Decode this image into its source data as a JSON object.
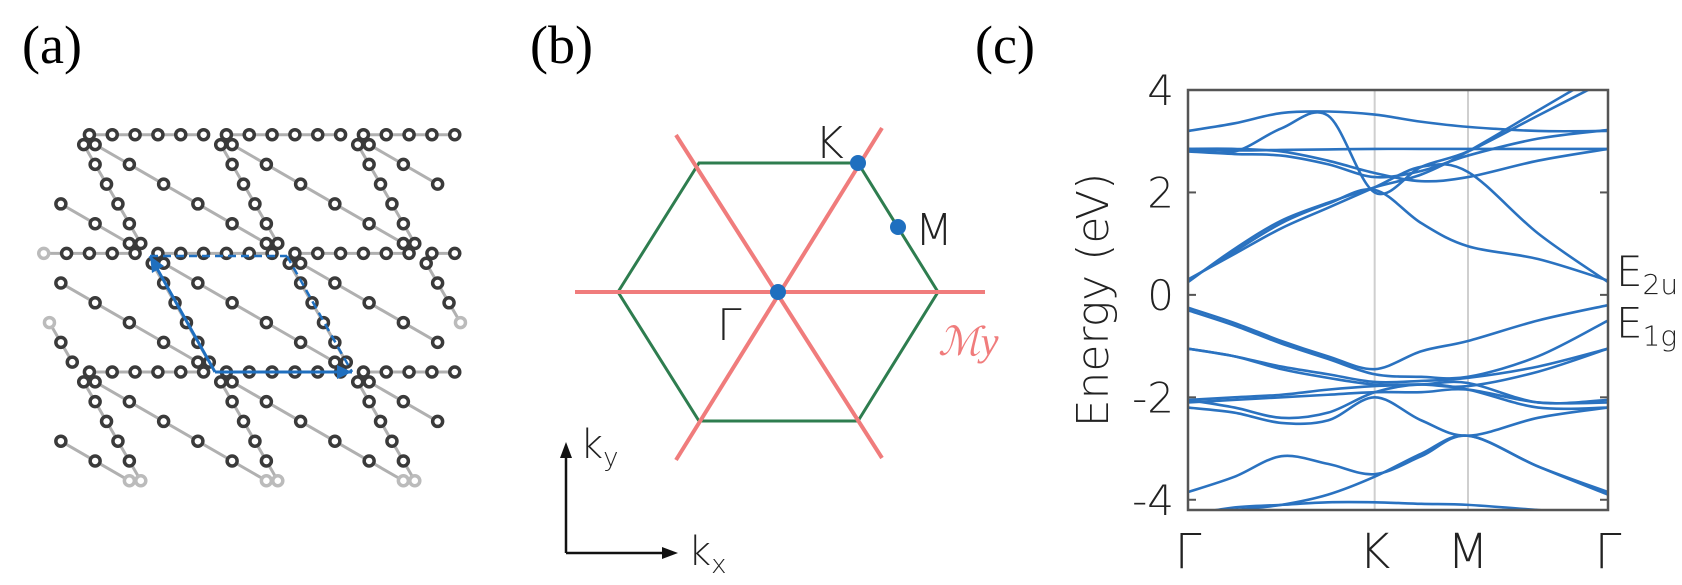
{
  "panels": {
    "a": {
      "label": "(a)"
    },
    "b": {
      "label": "(b)",
      "points": {
        "K": "K",
        "M": "M",
        "Gamma": "Γ"
      },
      "mirror_label": "ℳy",
      "axes": {
        "kx": "k",
        "kx_sub": "x",
        "ky": "k",
        "ky_sub": "y"
      }
    },
    "c": {
      "label": "(c)"
    }
  },
  "colors": {
    "lattice_atom": "#3a3a3a",
    "lattice_bond": "#b0b0b0",
    "unit_cell": "#1f6fbf",
    "bz_edge": "#2e7d4f",
    "mirror_line": "#f07c7c",
    "high_sym_point": "#1f6fbf",
    "band": "#2a72c0"
  },
  "chart_data": {
    "type": "line",
    "ylabel": "Energy (eV)",
    "xlabel": "",
    "ylim": [
      -4.2,
      4.0
    ],
    "yticks": [
      -4,
      -2,
      0,
      2,
      4
    ],
    "ytick_labels": [
      "-4",
      "-2",
      "0",
      "2",
      "4"
    ],
    "x_kpoints": [
      0,
      2,
      3,
      4.5
    ],
    "x_kpoint_labels": [
      "Γ",
      "K",
      "M",
      "Γ"
    ],
    "annotations": [
      {
        "text": "E",
        "sub": "2u",
        "y": 0.25
      },
      {
        "text": "E",
        "sub": "1g",
        "y": -0.25
      }
    ],
    "x": [
      0,
      0.5,
      1.0,
      1.5,
      2.0,
      2.5,
      3.0,
      3.75,
      4.5
    ],
    "series": [
      {
        "values": [
          3.2,
          3.35,
          3.55,
          3.58,
          3.52,
          3.38,
          3.28,
          3.2,
          3.2
        ]
      },
      {
        "values": [
          2.85,
          2.85,
          2.8,
          2.62,
          2.38,
          2.22,
          2.3,
          2.62,
          2.85
        ]
      },
      {
        "values": [
          2.8,
          2.75,
          2.72,
          2.55,
          2.3,
          2.42,
          2.72,
          3.05,
          3.22
        ]
      },
      {
        "values": [
          2.85,
          2.8,
          3.25,
          3.5,
          2.0,
          2.5,
          2.8,
          3.5,
          4.2
        ]
      },
      {
        "values": [
          2.85,
          2.82,
          2.83,
          2.84,
          2.85,
          2.85,
          2.85,
          2.85,
          2.85
        ]
      },
      {
        "values": [
          0.25,
          0.9,
          1.45,
          1.8,
          2.1,
          2.35,
          2.8,
          3.6,
          4.4
        ]
      },
      {
        "values": [
          0.28,
          0.85,
          1.4,
          1.78,
          2.05,
          1.4,
          0.95,
          0.7,
          0.28
        ]
      },
      {
        "values": [
          0.3,
          0.8,
          1.3,
          1.7,
          2.1,
          2.5,
          2.4,
          1.2,
          0.25
        ]
      },
      {
        "values": [
          -0.25,
          -0.55,
          -0.9,
          -1.2,
          -1.45,
          -1.1,
          -0.9,
          -0.5,
          -0.2
        ]
      },
      {
        "values": [
          -0.3,
          -0.6,
          -0.95,
          -1.25,
          -1.55,
          -1.6,
          -1.6,
          -1.2,
          -0.5
        ]
      },
      {
        "values": [
          -1.05,
          -1.2,
          -1.4,
          -1.55,
          -1.7,
          -1.68,
          -1.62,
          -1.4,
          -1.05
        ]
      },
      {
        "values": [
          -1.05,
          -1.2,
          -1.45,
          -1.62,
          -1.75,
          -1.75,
          -1.78,
          -1.5,
          -1.05
        ]
      },
      {
        "values": [
          -2.05,
          -2.0,
          -1.95,
          -1.85,
          -1.78,
          -1.75,
          -1.72,
          -2.1,
          -2.05
        ]
      },
      {
        "values": [
          -2.1,
          -2.05,
          -2.0,
          -1.95,
          -1.9,
          -1.9,
          -1.85,
          -2.1,
          -2.1
        ]
      },
      {
        "values": [
          -2.05,
          -2.2,
          -2.4,
          -2.3,
          -1.9,
          -1.75,
          -1.85,
          -2.2,
          -2.2
        ]
      },
      {
        "values": [
          -2.2,
          -2.3,
          -2.5,
          -2.45,
          -2.0,
          -2.45,
          -2.75,
          -2.4,
          -2.2
        ]
      },
      {
        "values": [
          -3.85,
          -3.55,
          -3.15,
          -3.3,
          -3.5,
          -3.15,
          -2.75,
          -3.35,
          -3.85
        ]
      },
      {
        "values": [
          -4.3,
          -4.2,
          -4.1,
          -3.9,
          -3.55,
          -3.1,
          -2.75,
          -3.35,
          -3.9
        ]
      },
      {
        "values": [
          -4.3,
          -4.15,
          -4.1,
          -4.05,
          -4.05,
          -4.08,
          -4.1,
          -4.2,
          -4.3
        ]
      }
    ]
  }
}
